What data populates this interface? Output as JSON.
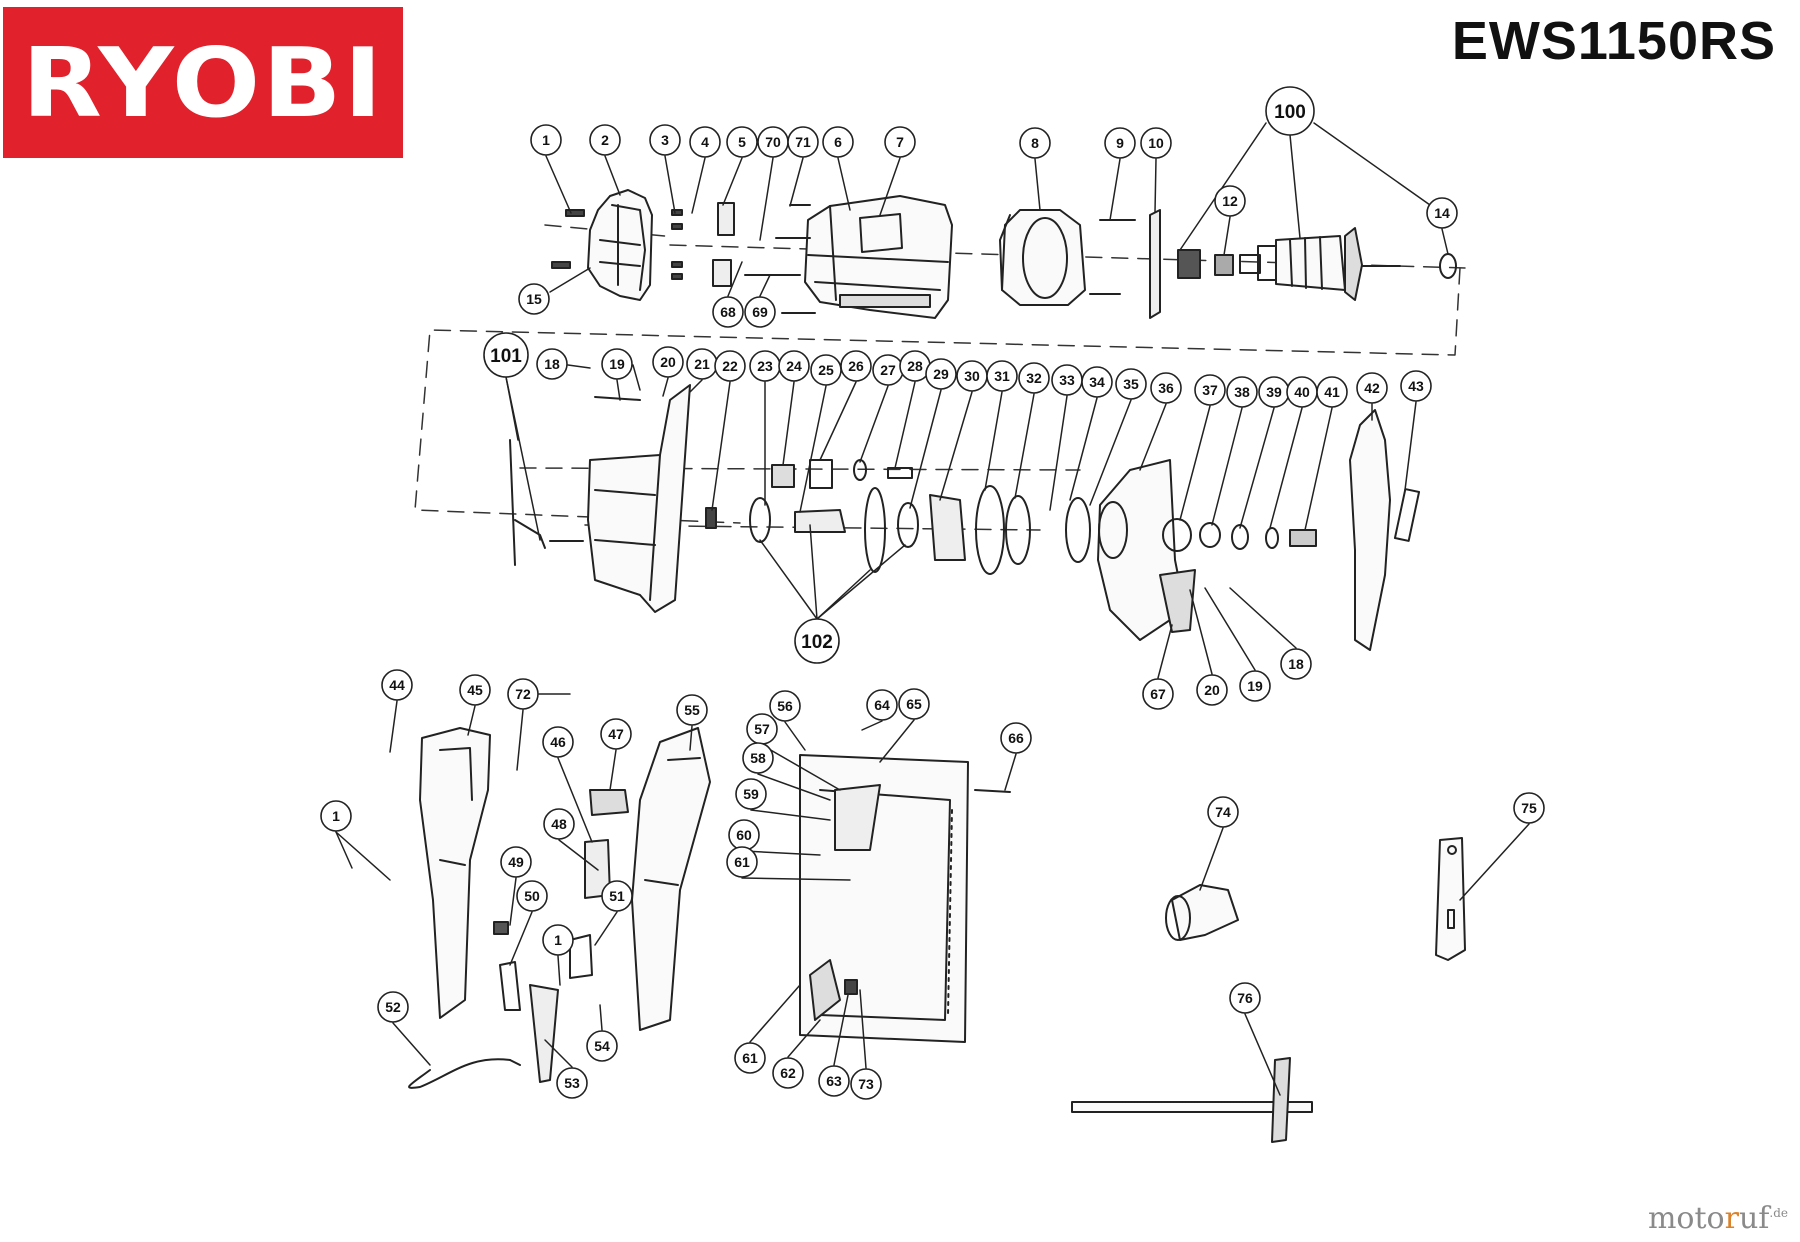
{
  "brand": {
    "logo_text": "RYOBI",
    "logo_color": "#e1212b"
  },
  "model": "EWS1150RS",
  "watermark": {
    "main": "moto",
    "accent": "r",
    "tail": "uf",
    "suffix": ".de"
  },
  "callouts": [
    {
      "id": "c1",
      "label": "1"
    },
    {
      "id": "c2",
      "label": "2"
    },
    {
      "id": "c3",
      "label": "3"
    },
    {
      "id": "c4",
      "label": "4"
    },
    {
      "id": "c5",
      "label": "5"
    },
    {
      "id": "c70",
      "label": "70"
    },
    {
      "id": "c71",
      "label": "71"
    },
    {
      "id": "c6",
      "label": "6"
    },
    {
      "id": "c7",
      "label": "7"
    },
    {
      "id": "c8",
      "label": "8"
    },
    {
      "id": "c9",
      "label": "9"
    },
    {
      "id": "c10",
      "label": "10"
    },
    {
      "id": "c100",
      "label": "100"
    },
    {
      "id": "c12",
      "label": "12"
    },
    {
      "id": "c14",
      "label": "14"
    },
    {
      "id": "c15",
      "label": "15"
    },
    {
      "id": "c68",
      "label": "68"
    },
    {
      "id": "c69",
      "label": "69"
    },
    {
      "id": "c101",
      "label": "101"
    },
    {
      "id": "c18a",
      "label": "18"
    },
    {
      "id": "c19a",
      "label": "19"
    },
    {
      "id": "c20a",
      "label": "20"
    },
    {
      "id": "c21",
      "label": "21"
    },
    {
      "id": "c22",
      "label": "22"
    },
    {
      "id": "c23",
      "label": "23"
    },
    {
      "id": "c24",
      "label": "24"
    },
    {
      "id": "c25",
      "label": "25"
    },
    {
      "id": "c26",
      "label": "26"
    },
    {
      "id": "c27",
      "label": "27"
    },
    {
      "id": "c28",
      "label": "28"
    },
    {
      "id": "c29",
      "label": "29"
    },
    {
      "id": "c30",
      "label": "30"
    },
    {
      "id": "c31",
      "label": "31"
    },
    {
      "id": "c32",
      "label": "32"
    },
    {
      "id": "c33",
      "label": "33"
    },
    {
      "id": "c34",
      "label": "34"
    },
    {
      "id": "c35",
      "label": "35"
    },
    {
      "id": "c36",
      "label": "36"
    },
    {
      "id": "c37",
      "label": "37"
    },
    {
      "id": "c38",
      "label": "38"
    },
    {
      "id": "c39",
      "label": "39"
    },
    {
      "id": "c40",
      "label": "40"
    },
    {
      "id": "c41",
      "label": "41"
    },
    {
      "id": "c42",
      "label": "42"
    },
    {
      "id": "c43",
      "label": "43"
    },
    {
      "id": "c102",
      "label": "102"
    },
    {
      "id": "c67",
      "label": "67"
    },
    {
      "id": "c20b",
      "label": "20"
    },
    {
      "id": "c19b",
      "label": "19"
    },
    {
      "id": "c18b",
      "label": "18"
    },
    {
      "id": "c44",
      "label": "44"
    },
    {
      "id": "c45",
      "label": "45"
    },
    {
      "id": "c72",
      "label": "72"
    },
    {
      "id": "c47",
      "label": "47"
    },
    {
      "id": "c46",
      "label": "46"
    },
    {
      "id": "c55",
      "label": "55"
    },
    {
      "id": "c56",
      "label": "56"
    },
    {
      "id": "c64",
      "label": "64"
    },
    {
      "id": "c65",
      "label": "65"
    },
    {
      "id": "c66",
      "label": "66"
    },
    {
      "id": "c57",
      "label": "57"
    },
    {
      "id": "c58",
      "label": "58"
    },
    {
      "id": "c59",
      "label": "59"
    },
    {
      "id": "c60",
      "label": "60"
    },
    {
      "id": "c61a",
      "label": "61"
    },
    {
      "id": "c48",
      "label": "48"
    },
    {
      "id": "c1b",
      "label": "1"
    },
    {
      "id": "c49",
      "label": "49"
    },
    {
      "id": "c50",
      "label": "50"
    },
    {
      "id": "c51",
      "label": "51"
    },
    {
      "id": "c1c",
      "label": "1"
    },
    {
      "id": "c52",
      "label": "52"
    },
    {
      "id": "c53",
      "label": "53"
    },
    {
      "id": "c54",
      "label": "54"
    },
    {
      "id": "c61b",
      "label": "61"
    },
    {
      "id": "c62",
      "label": "62"
    },
    {
      "id": "c63",
      "label": "63"
    },
    {
      "id": "c73",
      "label": "73"
    },
    {
      "id": "c74",
      "label": "74"
    },
    {
      "id": "c75",
      "label": "75"
    },
    {
      "id": "c76",
      "label": "76"
    }
  ]
}
